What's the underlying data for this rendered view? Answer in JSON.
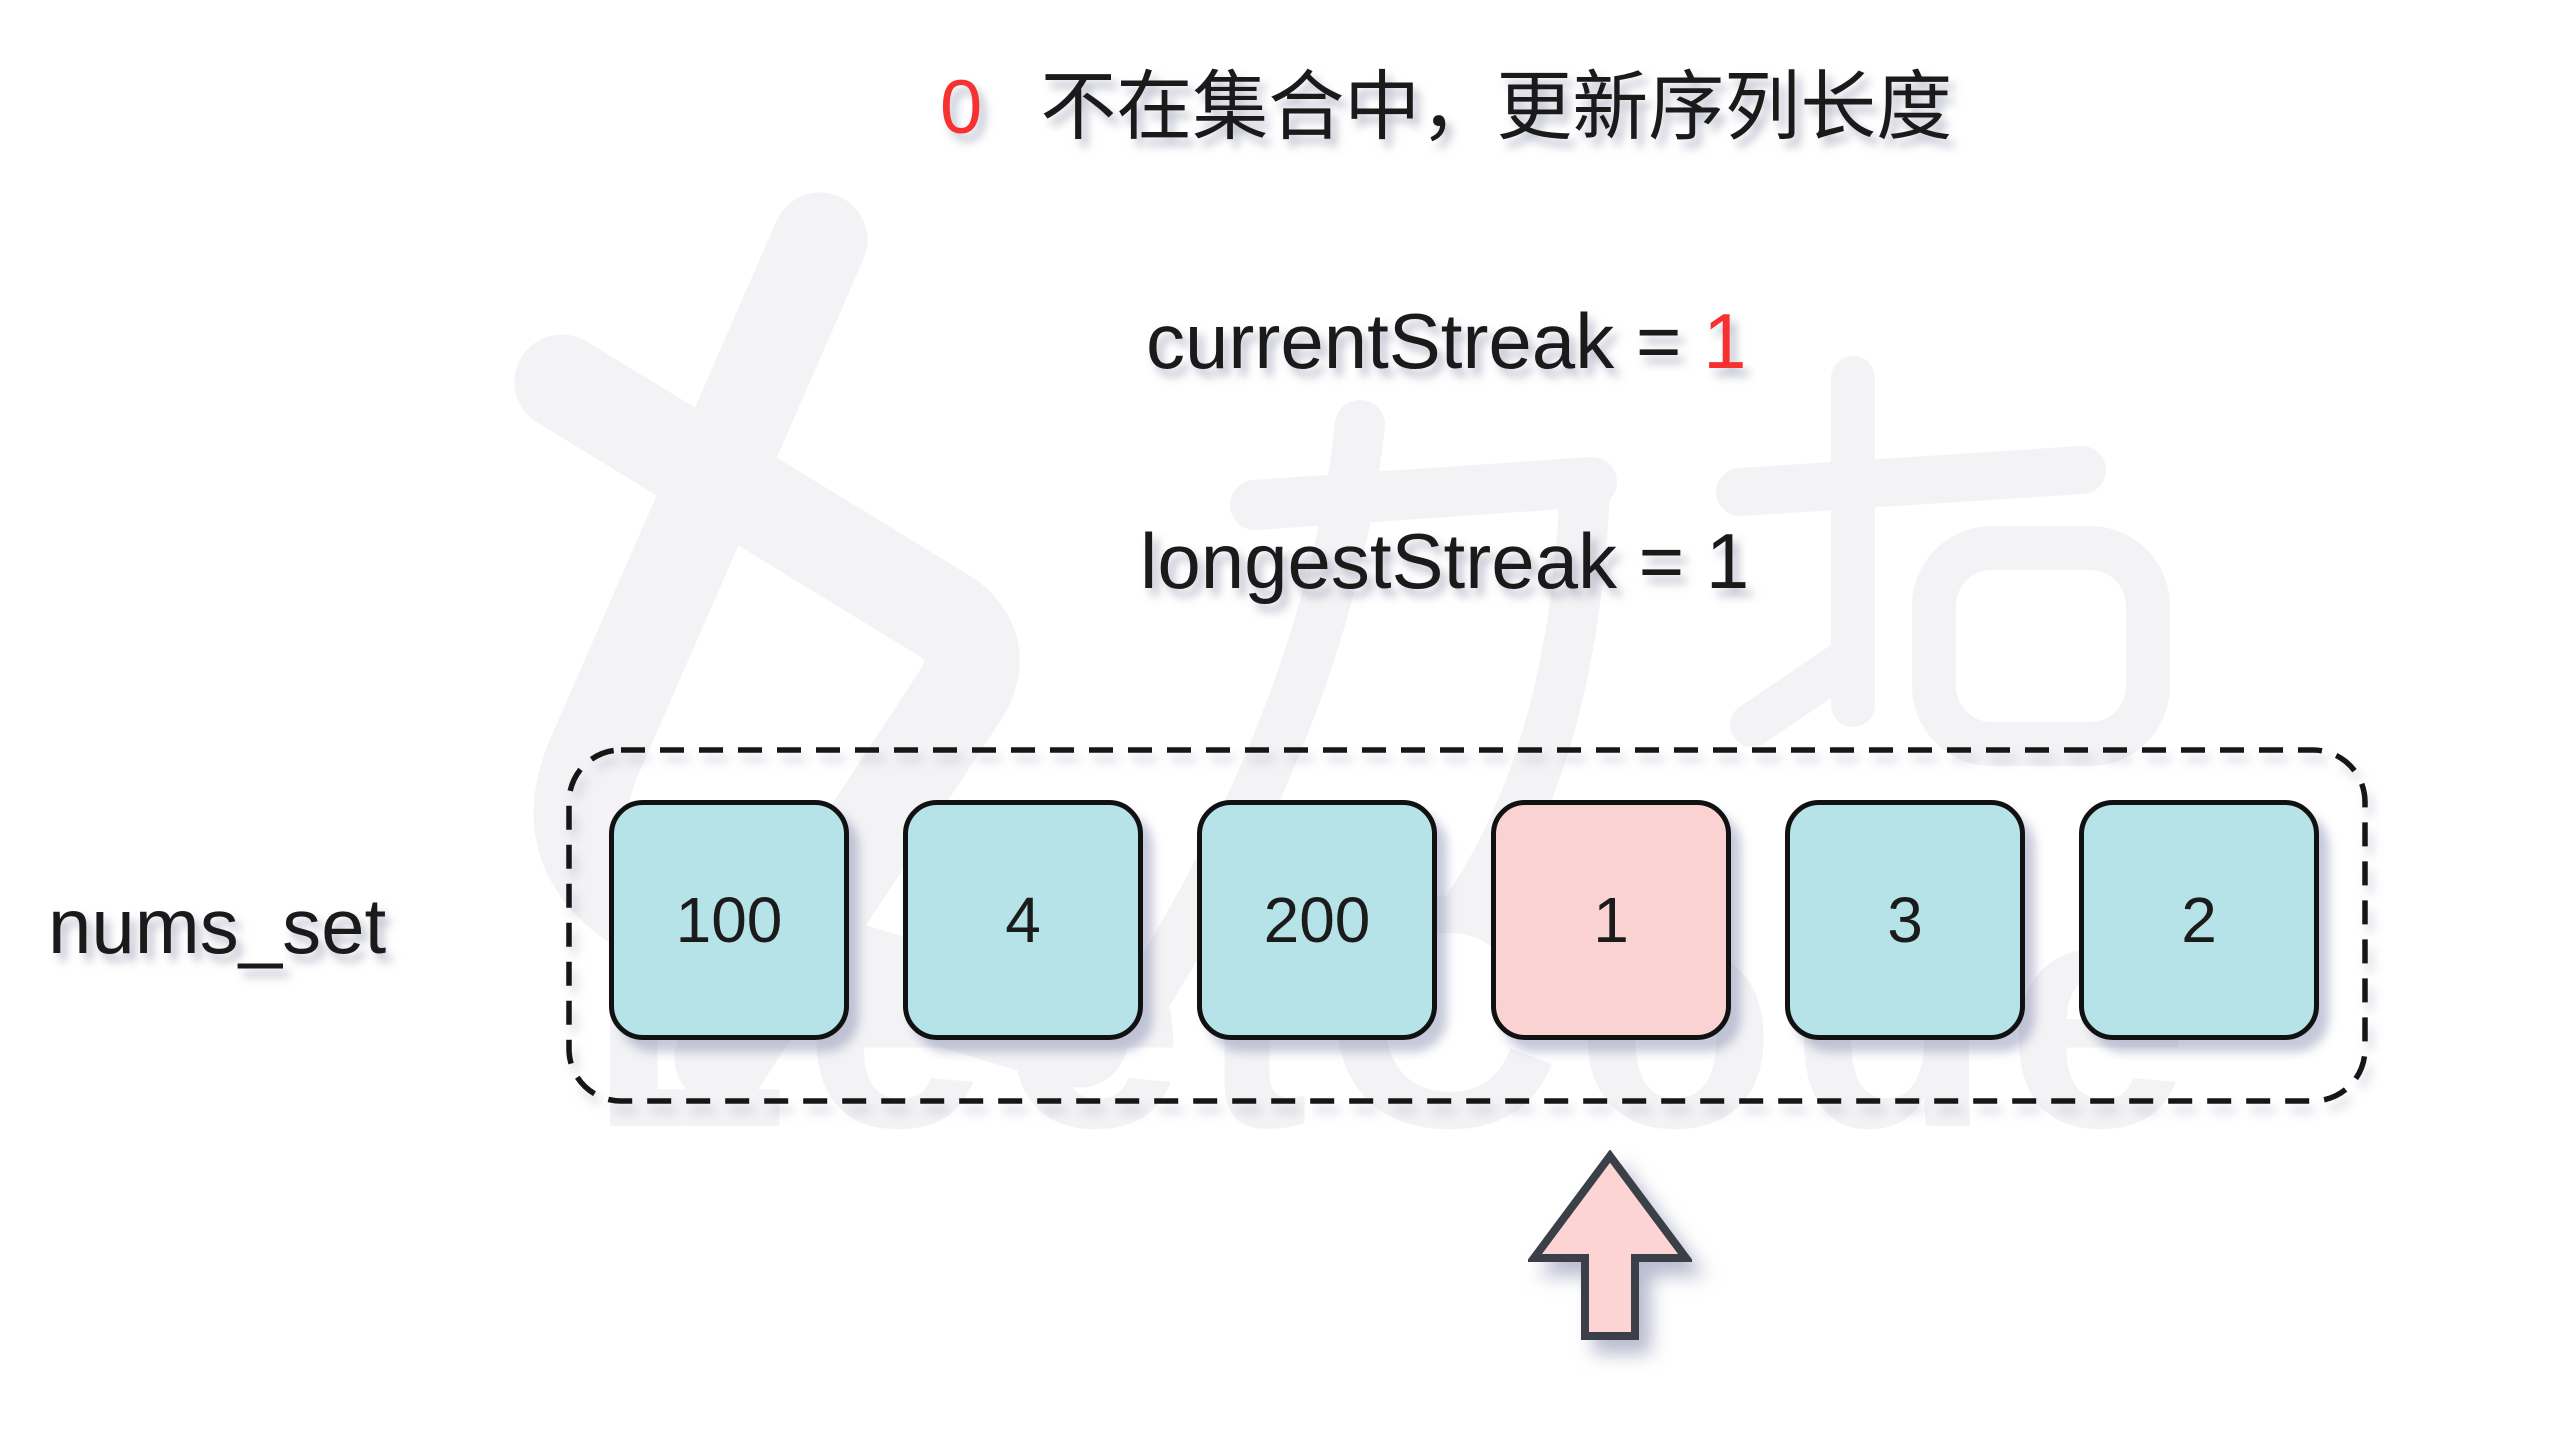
{
  "caption": {
    "highlight": "0",
    "text": "不在集合中，更新序列长度"
  },
  "variables": [
    {
      "name": "currentStreak",
      "separator": " = ",
      "value": "1",
      "value_style": "highlight"
    },
    {
      "name": "longestStreak",
      "separator": " = ",
      "value": "1",
      "value_style": "normal"
    }
  ],
  "set": {
    "label": "nums_set",
    "items": [
      {
        "value": "100",
        "highlighted": false
      },
      {
        "value": "4",
        "highlighted": false
      },
      {
        "value": "200",
        "highlighted": false
      },
      {
        "value": "1",
        "highlighted": true
      },
      {
        "value": "3",
        "highlighted": false
      },
      {
        "value": "2",
        "highlighted": false
      }
    ],
    "pointer_index": 3
  },
  "watermark": {
    "logo_text": "力扣",
    "brand_text": "LeetCode"
  },
  "colors": {
    "text": "#1a1a1a",
    "highlight_text": "#f73030",
    "cell_default_bg": "#b6e3e7",
    "cell_highlight_bg": "#fbd2d2",
    "cell_border": "#111111",
    "container_border": "#161616",
    "arrow_fill": "#fcd4d4",
    "arrow_stroke": "#3a3f48",
    "watermark_gray": "#f3f3f5"
  }
}
